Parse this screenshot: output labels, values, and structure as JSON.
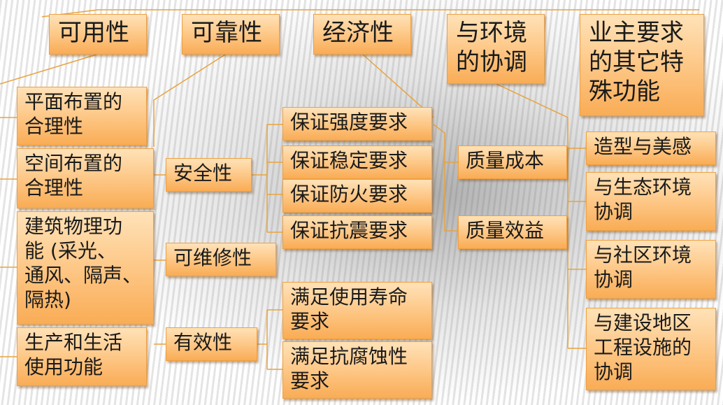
{
  "categories": {
    "availability": "可用性",
    "reliability": "可靠性",
    "economy": "经济性",
    "environment": "与环境\n的协调",
    "owner": "业主要求\n的其它特\n殊功能"
  },
  "availability_items": {
    "plan_layout": "平面布置的\n合理性",
    "space_layout": "空间布置的\n合理性",
    "building_physics": "建筑物理功\n能 (采光、\n通风、隔声、\n隔热)",
    "production_living": "生产和生活\n使用功能"
  },
  "reliability_items": {
    "safety": "安全性",
    "maintainability": "可维修性",
    "effectiveness": "有效性"
  },
  "safety_items": {
    "strength": "保证强度要求",
    "stability": "保证稳定要求",
    "fire": "保证防火要求",
    "seismic": "保证抗震要求"
  },
  "effectiveness_items": {
    "service_life": "满足使用寿命\n要求",
    "corrosion": "满足抗腐蚀性\n要求"
  },
  "economy_items": {
    "quality_cost": "质量成本",
    "quality_benefit": "质量效益"
  },
  "environment_items": {
    "appearance": "造型与美感",
    "ecology": "与生态环境\n协调",
    "community": "与社区环境\n协调",
    "infrastructure": "与建设地区\n工程设施的\n协调"
  },
  "colors": {
    "box_top": "#ffe2b8",
    "box_bottom": "#f9ac55",
    "border": "#f0a040",
    "connector": "#e8a33c"
  }
}
